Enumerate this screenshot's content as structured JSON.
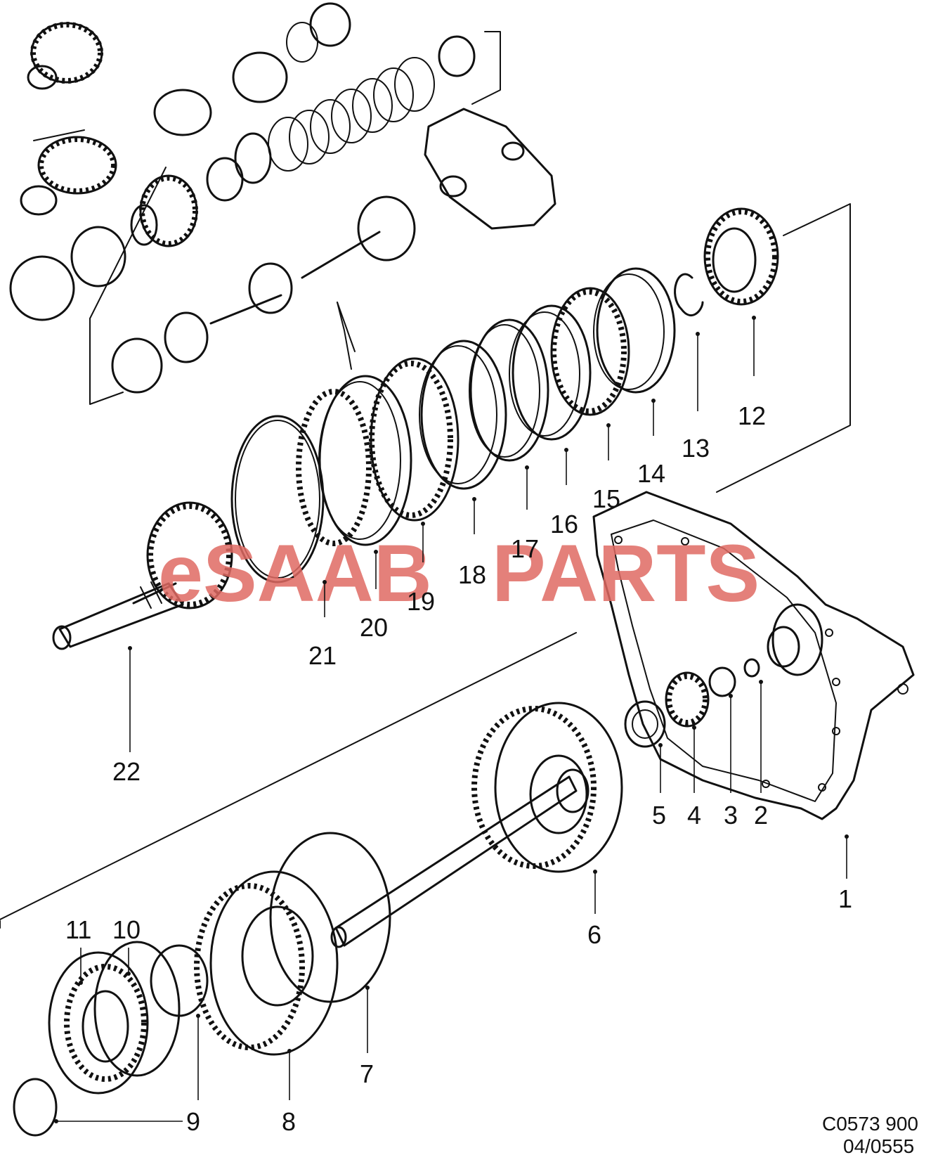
{
  "watermark": {
    "prefix": "eSAAB",
    "suffix": "PARTS",
    "color": "#e06a63"
  },
  "parts": [
    {
      "num": "1"
    },
    {
      "num": "2"
    },
    {
      "num": "3"
    },
    {
      "num": "4"
    },
    {
      "num": "5"
    },
    {
      "num": "6"
    },
    {
      "num": "7"
    },
    {
      "num": "8"
    },
    {
      "num": "9"
    },
    {
      "num": "10"
    },
    {
      "num": "11"
    },
    {
      "num": "12"
    },
    {
      "num": "13"
    },
    {
      "num": "14"
    },
    {
      "num": "15"
    },
    {
      "num": "16"
    },
    {
      "num": "17"
    },
    {
      "num": "18"
    },
    {
      "num": "19"
    },
    {
      "num": "20"
    },
    {
      "num": "21"
    },
    {
      "num": "22"
    }
  ],
  "drawing_code": "C0573 900",
  "drawing_date": "04/0555"
}
